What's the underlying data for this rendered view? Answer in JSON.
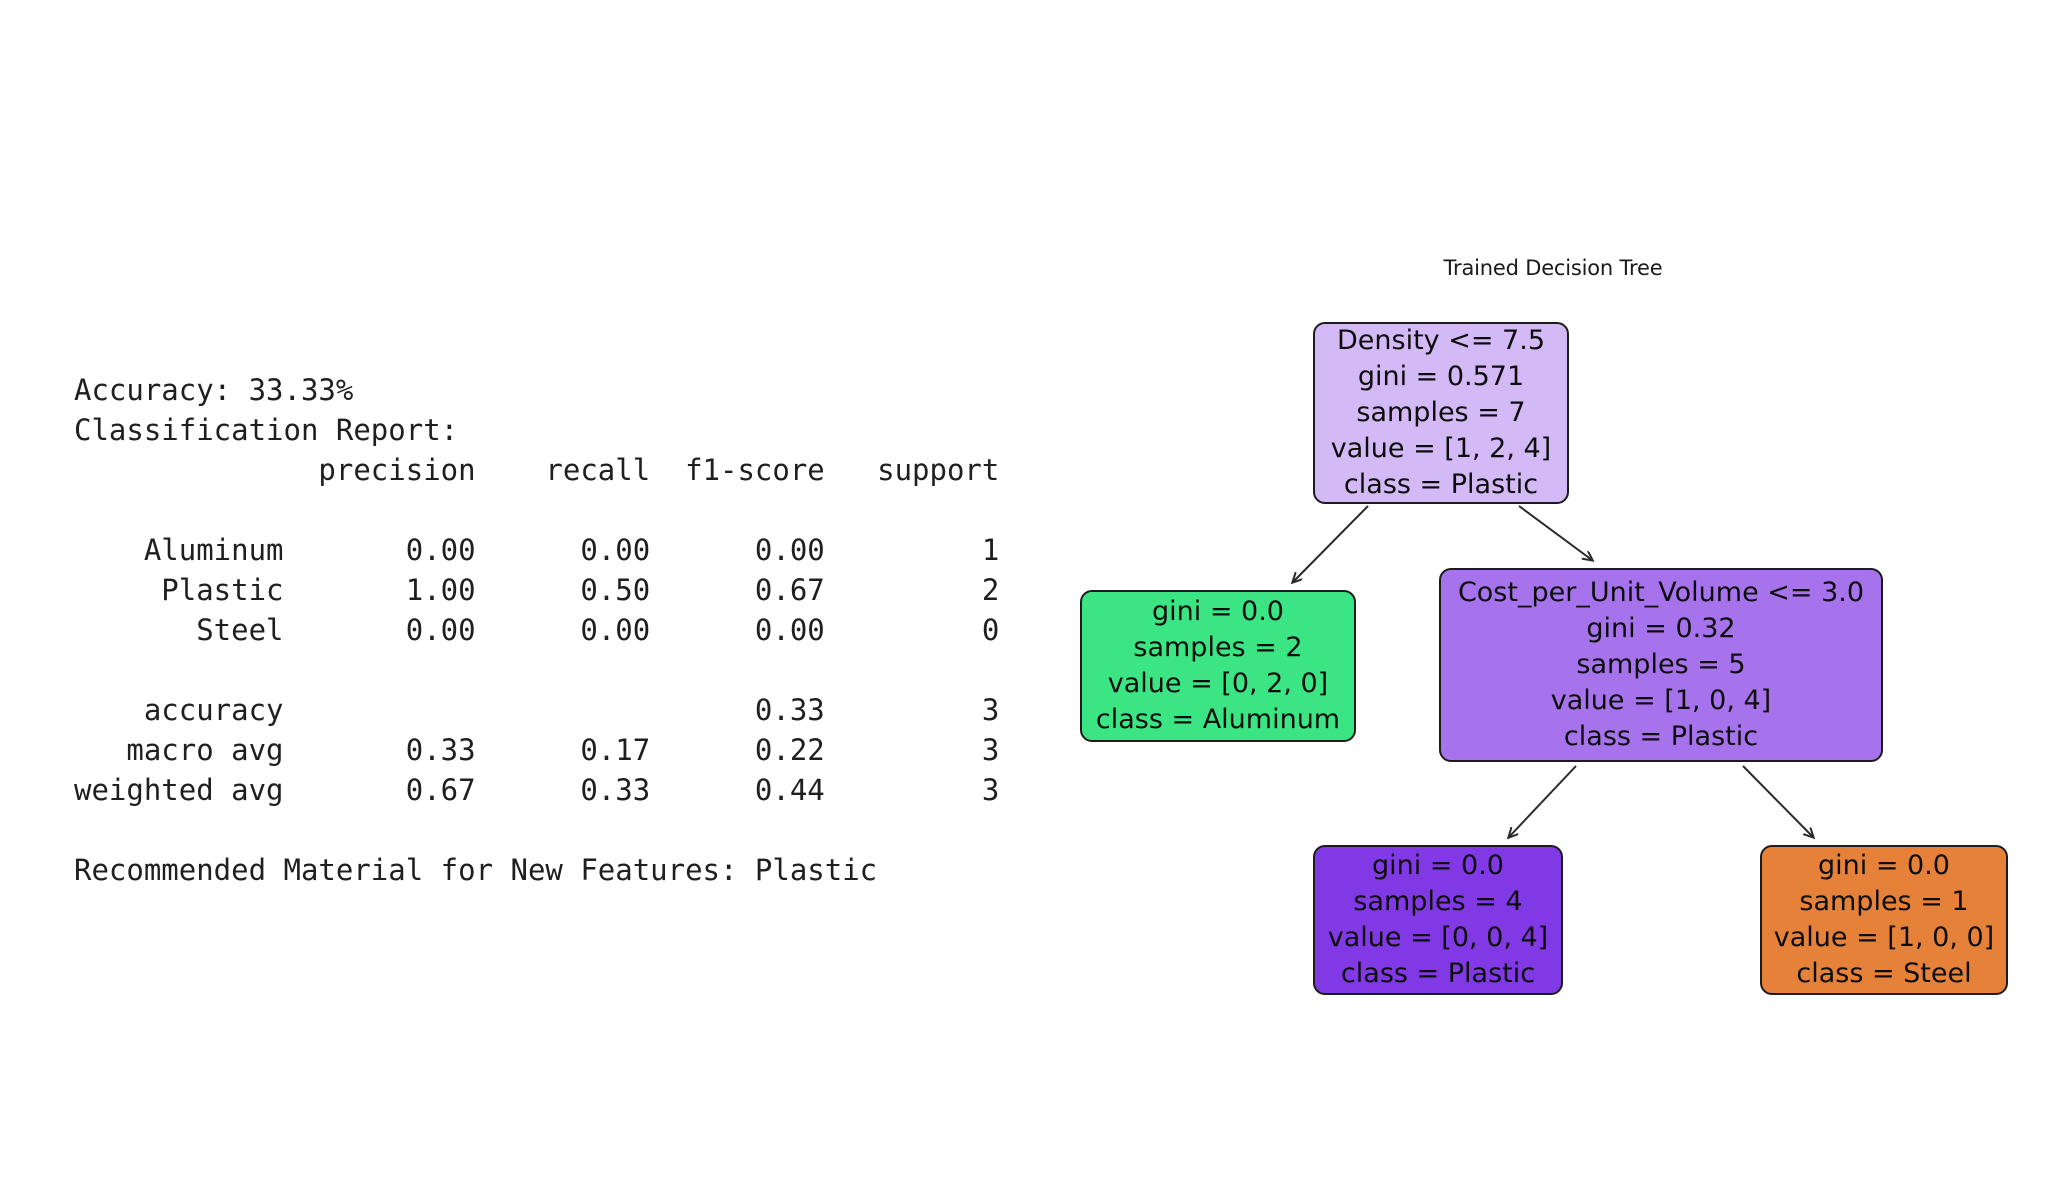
{
  "page": {
    "background": "#ffffff"
  },
  "report": {
    "accuracy_label": "Accuracy:",
    "accuracy_value": "33.33%",
    "section_title": "Classification Report:",
    "table": {
      "columns": [
        "precision",
        "recall",
        "f1-score",
        "support"
      ],
      "rows": [
        {
          "label": "Aluminum",
          "precision": "0.00",
          "recall": "0.00",
          "f1_score": "0.00",
          "support": "1"
        },
        {
          "label": "Plastic",
          "precision": "1.00",
          "recall": "0.50",
          "f1_score": "0.67",
          "support": "2"
        },
        {
          "label": "Steel",
          "precision": "0.00",
          "recall": "0.00",
          "f1_score": "0.00",
          "support": "0"
        },
        {
          "label": "accuracy",
          "precision": "",
          "recall": "",
          "f1_score": "0.33",
          "support": "3"
        },
        {
          "label": "macro avg",
          "precision": "0.33",
          "recall": "0.17",
          "f1_score": "0.22",
          "support": "3"
        },
        {
          "label": "weighted avg",
          "precision": "0.67",
          "recall": "0.33",
          "f1_score": "0.44",
          "support": "3"
        }
      ]
    },
    "recommendation": "Recommended Material for New Features: Plastic",
    "text_color": "#1f1f1f",
    "lines": [
      "Accuracy: 33.33%",
      "Classification Report:",
      "              precision    recall  f1-score   support",
      "",
      "    Aluminum       0.00      0.00      0.00         1",
      "     Plastic       1.00      0.50      0.67         2",
      "       Steel       0.00      0.00      0.00         0",
      "",
      "    accuracy                           0.33         3",
      "   macro avg       0.33      0.17      0.22         3",
      "weighted avg       0.67      0.33      0.44         3",
      "",
      "Recommended Material for New Features: Plastic"
    ]
  },
  "tree": {
    "title": "Trained Decision Tree",
    "edge_color": "#2a2a2a",
    "nodes": {
      "root": {
        "fill": "#d3b9f5",
        "lines": [
          "Density <= 7.5",
          "gini = 0.571",
          "samples = 7",
          "value = [1, 2, 4]",
          "class = Plastic"
        ]
      },
      "left_leaf": {
        "fill": "#3ce583",
        "lines": [
          "gini = 0.0",
          "samples = 2",
          "value = [0, 2, 0]",
          "class = Aluminum"
        ]
      },
      "right_split": {
        "fill": "#a673ec",
        "lines": [
          "Cost_per_Unit_Volume <= 3.0",
          "gini = 0.32",
          "samples = 5",
          "value = [1, 0, 4]",
          "class = Plastic"
        ]
      },
      "bottom_left_leaf": {
        "fill": "#8139e5",
        "lines": [
          "gini = 0.0",
          "samples = 4",
          "value = [0, 0, 4]",
          "class = Plastic"
        ]
      },
      "bottom_right_leaf": {
        "fill": "#e58139",
        "lines": [
          "gini = 0.0",
          "samples = 1",
          "value = [1, 0, 0]",
          "class = Steel"
        ]
      }
    }
  }
}
